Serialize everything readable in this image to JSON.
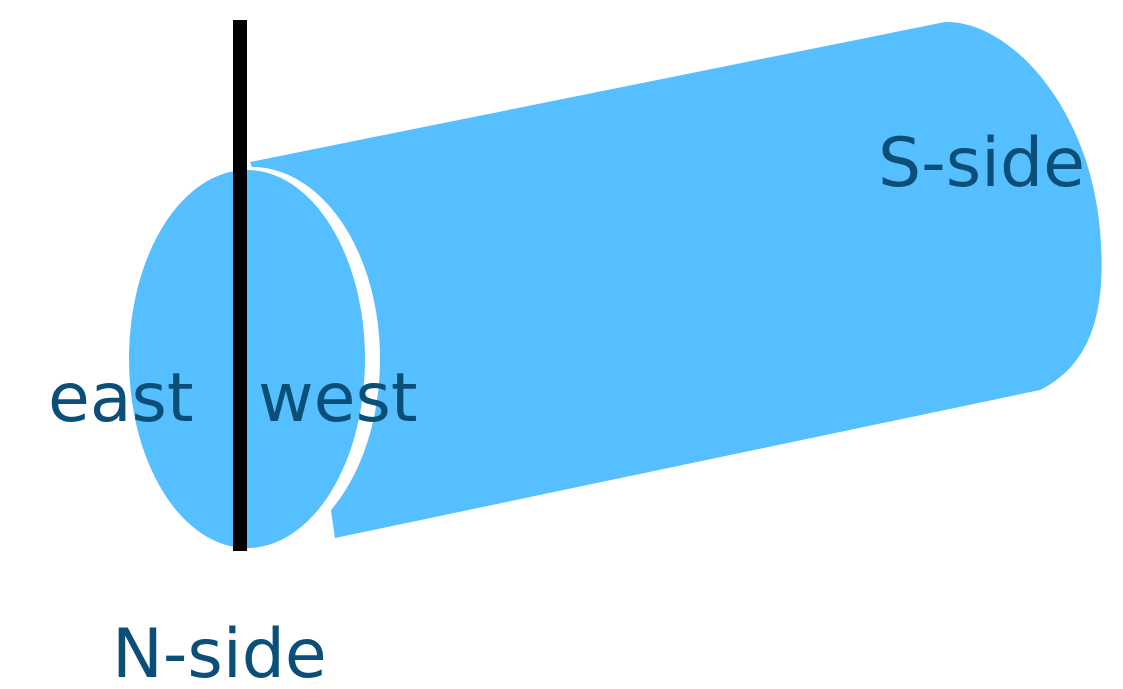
{
  "diagram": {
    "labels": {
      "s_side": "S-side",
      "n_side": "N-side",
      "east": "east",
      "west": "west"
    },
    "colors": {
      "cylinder_fill": "#56bfff",
      "label_text": "#0b4f79",
      "divider_line": "#000000",
      "rim_gap": "#ffffff"
    }
  }
}
